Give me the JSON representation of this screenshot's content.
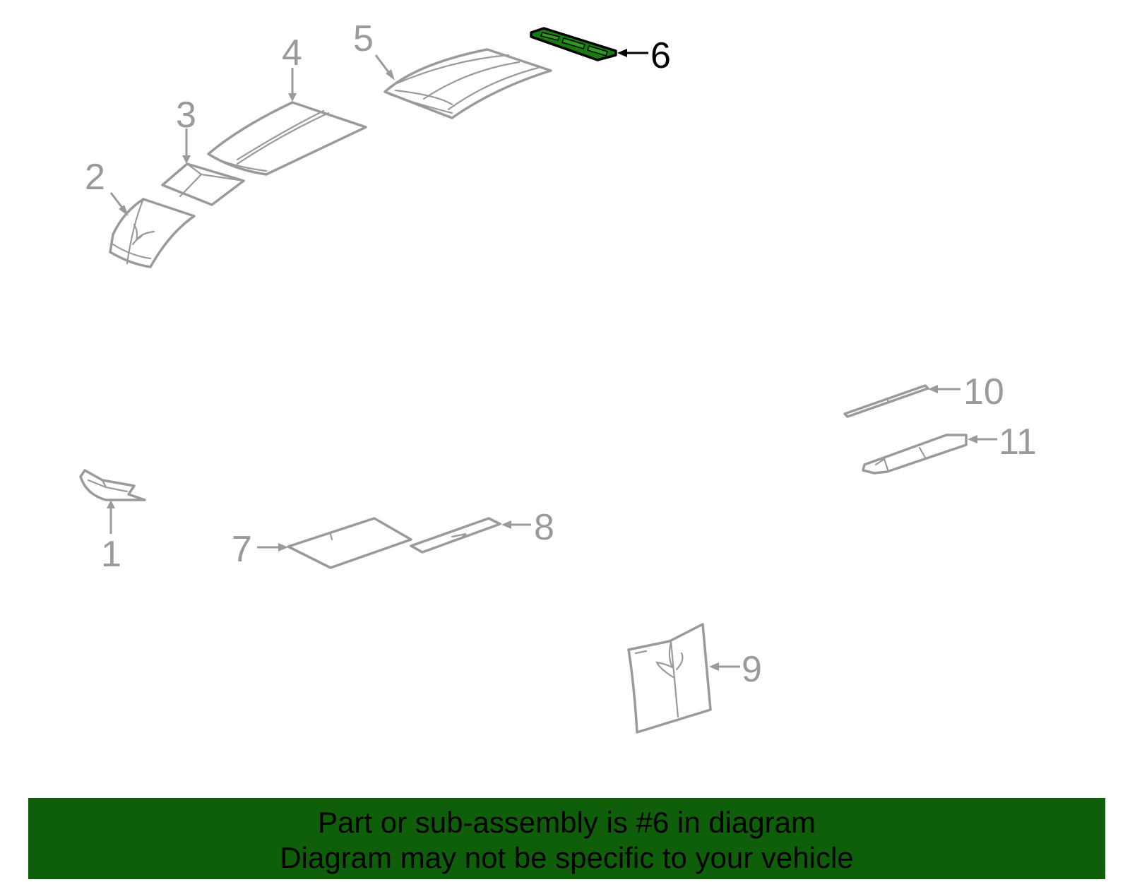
{
  "diagram": {
    "highlighted_part": "6",
    "colors": {
      "part_stroke": "#9a9a9a",
      "highlight_fill": "#1a7a12",
      "highlight_stroke": "#000000",
      "banner_background": "#0f5f0a",
      "banner_text": "#000000"
    },
    "callouts": {
      "c1": "1",
      "c2": "2",
      "c3": "3",
      "c4": "4",
      "c5": "5",
      "c6": "6",
      "c7": "7",
      "c8": "8",
      "c9": "9",
      "c10": "10",
      "c11": "11"
    }
  },
  "banner": {
    "line1": "Part or sub-assembly is #6 in diagram",
    "line2": "Diagram may not be specific to your vehicle"
  }
}
